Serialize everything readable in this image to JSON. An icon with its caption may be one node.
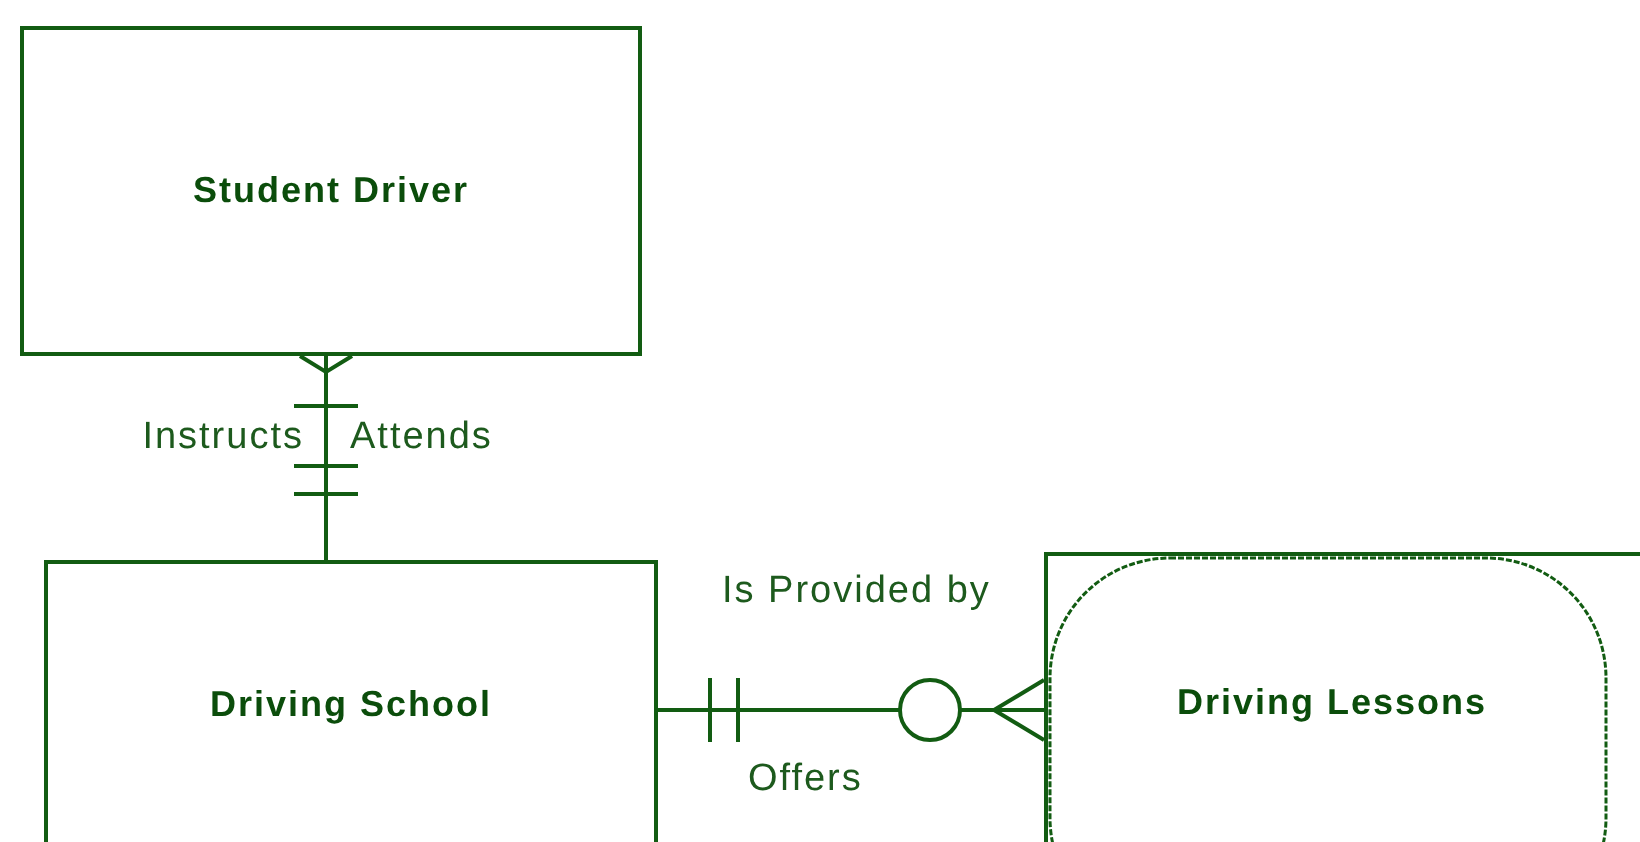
{
  "diagram": {
    "nodes": [
      {
        "text": [
          "Student Driver"
        ]
      },
      {
        "text": [
          "Driving School"
        ]
      },
      {
        "text": [
          "Driving Lessons"
        ]
      }
    ],
    "edges": [
      {
        "from": 0,
        "to": 1,
        "arrow": "other"
      },
      {
        "from": 1,
        "to": 2,
        "arrow": "other"
      }
    ],
    "labels": [
      "Instructs",
      "Attends",
      "Is Provided by",
      "Offers"
    ]
  }
}
